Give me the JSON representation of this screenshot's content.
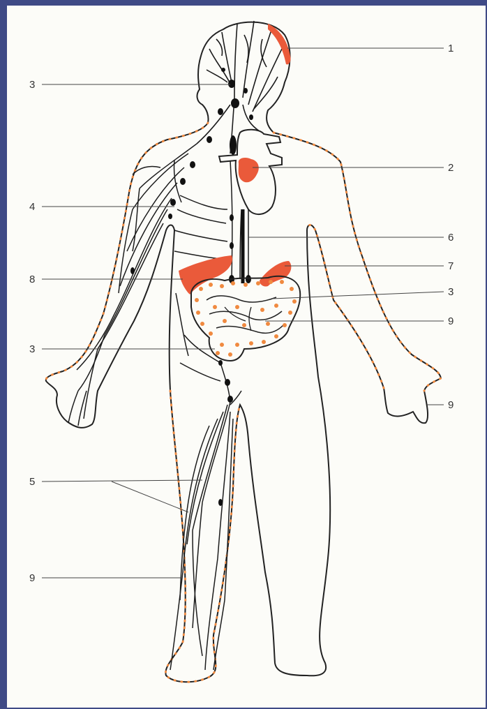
{
  "diagram": {
    "colors": {
      "background": "#fcfcf8",
      "border": "#3f4a86",
      "outline": "#222222",
      "lymph_vessel": "#1c1c1c",
      "highlight": "#ea5a3a",
      "dots": "#f08a40"
    },
    "callouts": [
      {
        "id": "c1-head",
        "label": "1"
      },
      {
        "id": "c3-neck",
        "label": "3"
      },
      {
        "id": "c2-heart",
        "label": "2"
      },
      {
        "id": "c4-axilla",
        "label": "4"
      },
      {
        "id": "c6-duct",
        "label": "6"
      },
      {
        "id": "c7-spleen",
        "label": "7"
      },
      {
        "id": "c8-liver",
        "label": "8"
      },
      {
        "id": "c3-mesentery",
        "label": "3"
      },
      {
        "id": "c9-intestine",
        "label": "9"
      },
      {
        "id": "c3-groin",
        "label": "3"
      },
      {
        "id": "c9-hand",
        "label": "9"
      },
      {
        "id": "c5-leg",
        "label": "5"
      },
      {
        "id": "c9-skin",
        "label": "9"
      }
    ]
  }
}
